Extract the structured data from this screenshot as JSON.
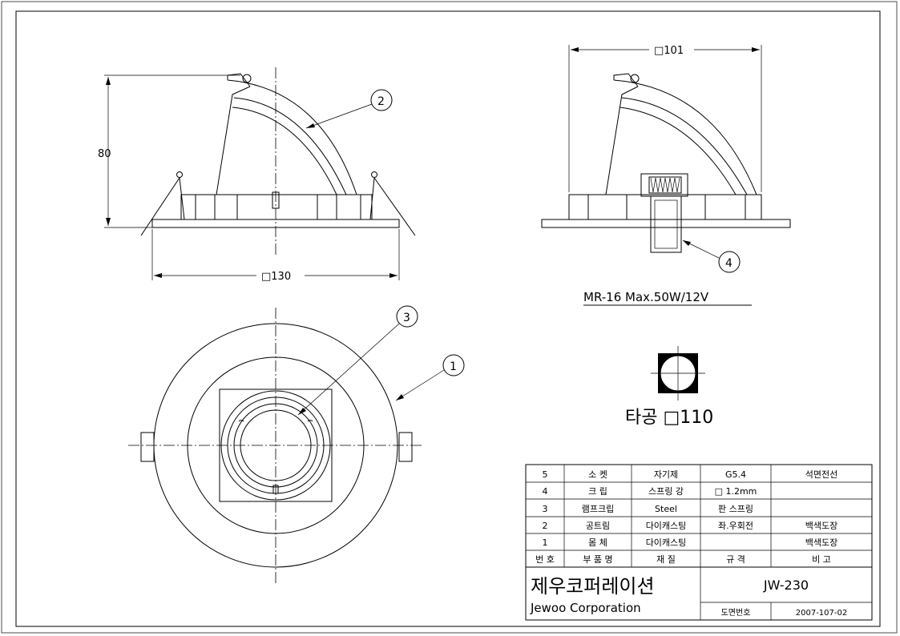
{
  "drawing": {
    "dims": {
      "height_front": "80",
      "width_front": "□130",
      "width_side": "□101"
    },
    "balloons": [
      "1",
      "2",
      "3",
      "4"
    ],
    "lamp_spec": "MR-16 Max.50W/12V",
    "cutout_label": "타공 □110"
  },
  "parts_table": {
    "rows": [
      {
        "no": "5",
        "name": "소 켓",
        "material": "자기제",
        "spec": "G5.4",
        "remark": "석면전선"
      },
      {
        "no": "4",
        "name": "크 립",
        "material": "스프링 강",
        "spec": "□ 1.2mm",
        "remark": ""
      },
      {
        "no": "3",
        "name": "램프크립",
        "material": "Steel",
        "spec": "판 스프링",
        "remark": ""
      },
      {
        "no": "2",
        "name": "공트림",
        "material": "다이캐스팅",
        "spec": "좌.우회전",
        "remark": "백색도장"
      },
      {
        "no": "1",
        "name": "몸 체",
        "material": "다이캐스팅",
        "spec": "",
        "remark": "백색도장"
      }
    ],
    "header": {
      "no": "번 호",
      "name": "부 품 명",
      "material": "재 질",
      "spec": "규 격",
      "remark": "비 고"
    }
  },
  "title_block": {
    "company_kr": "제우코퍼레이션",
    "company_en": "Jewoo Corporation",
    "model": "JW-230",
    "drawing_no_label": "도면번호",
    "drawing_no": "2007-107-02"
  }
}
